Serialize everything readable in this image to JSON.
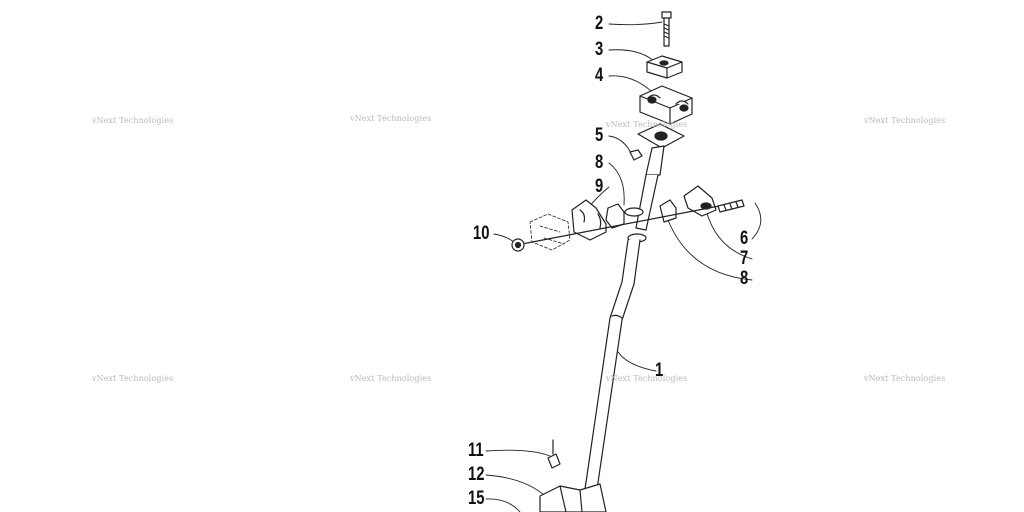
{
  "colors": {
    "line": "#222222",
    "watermark": "#b9b9b9",
    "background": "#ffffff"
  },
  "callouts": [
    {
      "id": "c2",
      "label": "2"
    },
    {
      "id": "c3",
      "label": "3"
    },
    {
      "id": "c4",
      "label": "4"
    },
    {
      "id": "c5",
      "label": "5"
    },
    {
      "id": "c8a",
      "label": "8"
    },
    {
      "id": "c9",
      "label": "9"
    },
    {
      "id": "c10",
      "label": "10"
    },
    {
      "id": "c6",
      "label": "6"
    },
    {
      "id": "c7",
      "label": "7"
    },
    {
      "id": "c8b",
      "label": "8"
    },
    {
      "id": "c1",
      "label": "1"
    },
    {
      "id": "c11",
      "label": "11"
    },
    {
      "id": "c12",
      "label": "12"
    },
    {
      "id": "c15",
      "label": "15"
    }
  ],
  "watermark": {
    "text": "vNext Technologies"
  }
}
